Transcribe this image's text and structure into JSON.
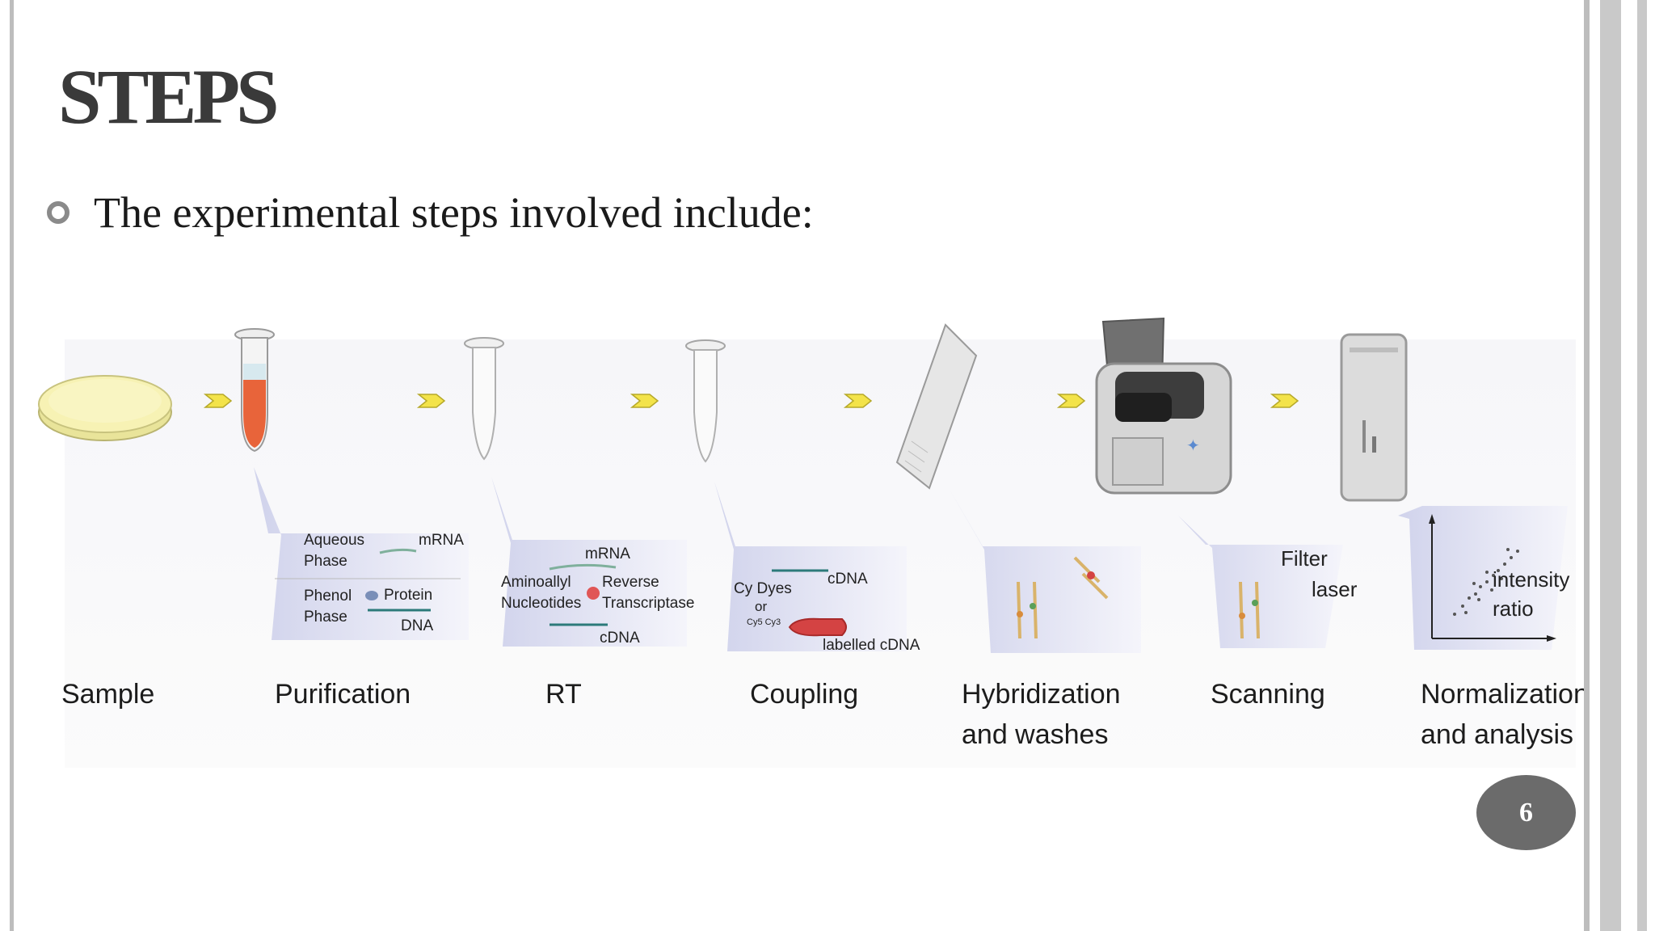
{
  "slide": {
    "title": "STEPS",
    "bullet": "The experimental steps involved include:",
    "page_number": "6"
  },
  "diagram": {
    "steps": [
      {
        "id": "sample",
        "label_lines": [
          "Sample"
        ]
      },
      {
        "id": "purification",
        "label_lines": [
          "Purification"
        ]
      },
      {
        "id": "rt",
        "label_lines": [
          "RT"
        ]
      },
      {
        "id": "coupling",
        "label_lines": [
          "Coupling"
        ]
      },
      {
        "id": "hybridization",
        "label_lines": [
          "Hybridization",
          "and washes"
        ]
      },
      {
        "id": "scanning",
        "label_lines": [
          "Scanning"
        ]
      },
      {
        "id": "normalization",
        "label_lines": [
          "Normalization",
          "and analysis"
        ]
      }
    ],
    "purification_callout": {
      "aqueous_phase": [
        "Aqueous",
        "Phase"
      ],
      "mrna": "mRNA",
      "phenol_phase": [
        "Phenol",
        "Phase"
      ],
      "protein": "Protein",
      "dna": "DNA"
    },
    "rt_callout": {
      "mrna": "mRNA",
      "aminoallyl": [
        "Aminoallyl",
        "Nucleotides"
      ],
      "reverse_transcriptase": [
        "Reverse",
        "Transcriptase"
      ],
      "cdna": "cDNA"
    },
    "coupling_callout": {
      "cy_dyes": "Cy Dyes",
      "or": "or",
      "cy5_cy3": "Cy5 Cy3",
      "cdna": "cDNA",
      "labelled_cdna": "labelled cDNA"
    },
    "scanning_callout": {
      "filter": "Filter",
      "laser": "laser"
    },
    "analysis_callout": {
      "intensity_ratio": [
        "intensity",
        "ratio"
      ]
    }
  },
  "colors": {
    "title": "#3a3a3a",
    "arrow": "#f3e34a",
    "tube_liquid": "#e8643a",
    "petri_fill": "#f5f0a8",
    "callout_panel": "#d9dbf0",
    "badge": "#6b6b6b"
  }
}
